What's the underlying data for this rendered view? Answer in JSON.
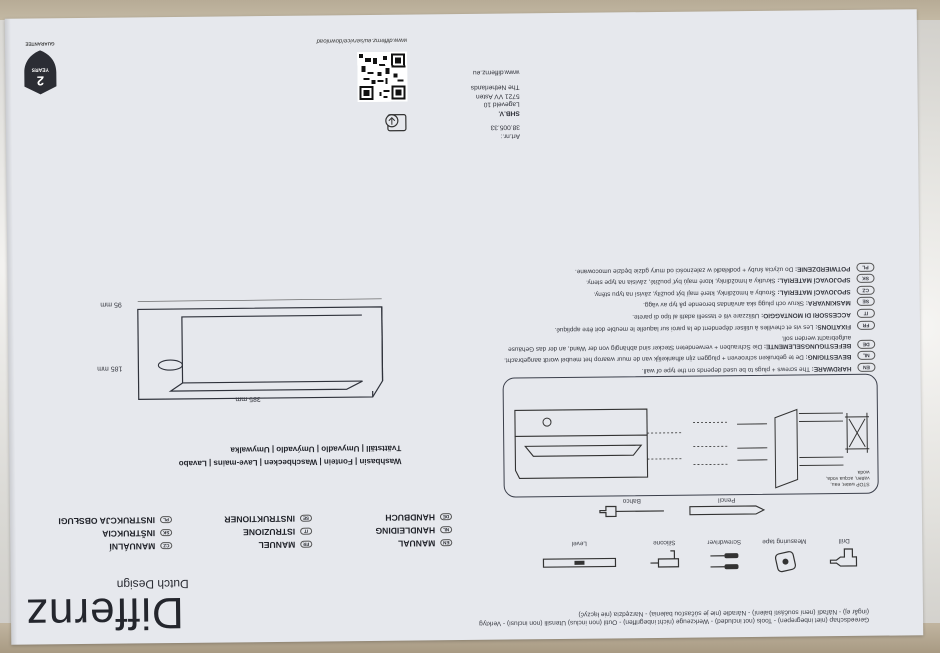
{
  "tools": {
    "intro": "Gereedschap (niet inbegrepen) - Tools (not included) - Werkzeuge (nicht inbegriffen) - Outil (non inclus) Utensili (non inclusi) - Verktyg (ingår ej) - Nářadí (není součástí balení) - Náradie (nie je súčasťou balenia) - Narzędzia (nie łączyć)",
    "items": {
      "drill": "Drill",
      "measuring_tape": "Measuring tape",
      "screwdriver": "Screwdriver",
      "silicone": "Silicone",
      "level": "Level",
      "bahco": "Bahco",
      "pencil": "Pencil"
    }
  },
  "diagram": {
    "stop_label": "STOP water, eau, vatten, acqua voda, woda"
  },
  "languages": [
    {
      "code": "EN",
      "title": "HARDWARE:",
      "text": "The screws + plugs to be used depends on the type of wall."
    },
    {
      "code": "NL",
      "title": "BEVESTIGING:",
      "text": "De te gebruiken schroeven + pluggen zijn afhankelijk van de muur waarop het meubel wordt aangebracht."
    },
    {
      "code": "DE",
      "title": "BEFESTIGUNGSELEMENTE:",
      "text": "Die Schrauben + verwendeten Stecker sind abhängig von der Wand, an der das Gehäuse aufgebracht werden soll."
    },
    {
      "code": "FR",
      "title": "FIXATIONS:",
      "text": "Les vis et chevilles à utiliser dépendent de la paroi sur laquelle le meuble doit être appliqué."
    },
    {
      "code": "IT",
      "title": "ACCESSORI DI MONTAGGIO:",
      "text": "Utilizzare viti e tasselli adatti al tipo di parete."
    },
    {
      "code": "SE",
      "title": "MASKINVARA:",
      "text": "Skruv och plugg ska användas beroende på typ av vägg."
    },
    {
      "code": "CZ",
      "title": "SPOJOVACÍ MATERIÁL:",
      "text": "Šrouby a hmoždinky, které mají být použity, závisí na typu stěny."
    },
    {
      "code": "SK",
      "title": "SPOJOVACÍ MATERIÁL:",
      "text": "Skrutky a hmoždinky, ktoré majú byť použité, závisia na type steny."
    },
    {
      "code": "PL",
      "title": "POTWIERDZENIE:",
      "text": "Do użycia śruby + podkładki w zależności od mury gdzie będzie umocowane."
    }
  ],
  "address": {
    "art_label": "Art.nr.:",
    "art_no": "38.005.33",
    "company": "SHB.V.",
    "street": "Lageveld 10",
    "city": "5721 VV Asten",
    "country": "The Netherlands",
    "web": "www.differnz.eu"
  },
  "qr_url": "www.differnz.eu/service/download",
  "guarantee": {
    "years": "2",
    "years_label": "YEARS",
    "word": "GUARANTEE"
  },
  "brand": {
    "name": "Differnz",
    "tagline": "Dutch Design"
  },
  "manuals": [
    [
      {
        "code": "EN",
        "label": "MANUAL"
      },
      {
        "code": "FR",
        "label": "MANUEL"
      },
      {
        "code": "CZ",
        "label": "MANUÁLNÍ"
      }
    ],
    [
      {
        "code": "NL",
        "label": "HANDLEIDING"
      },
      {
        "code": "IT",
        "label": "ISTRUZIONE"
      },
      {
        "code": "SK",
        "label": "INŠTRUKCIA"
      }
    ],
    [
      {
        "code": "DE",
        "label": "HANDBUCH"
      },
      {
        "code": "SE",
        "label": "INSTRUKTIONER"
      },
      {
        "code": "PL",
        "label": "INSTRUKCJA OBSŁUGI"
      }
    ]
  ],
  "subtitle_1": "Washbasin | Fontein | Waschbecken | Lave-mains | Lavabo",
  "subtitle_2": "Tvättställ | Umyvadlo | Umývadlo | Umywalka",
  "dimensions": {
    "width": "385 mm",
    "height": "185 mm",
    "depth": "95 mm"
  },
  "colors": {
    "paper": "#e6e8ed",
    "ink": "#2a2c33",
    "cardboard": "#c1b5a0"
  }
}
